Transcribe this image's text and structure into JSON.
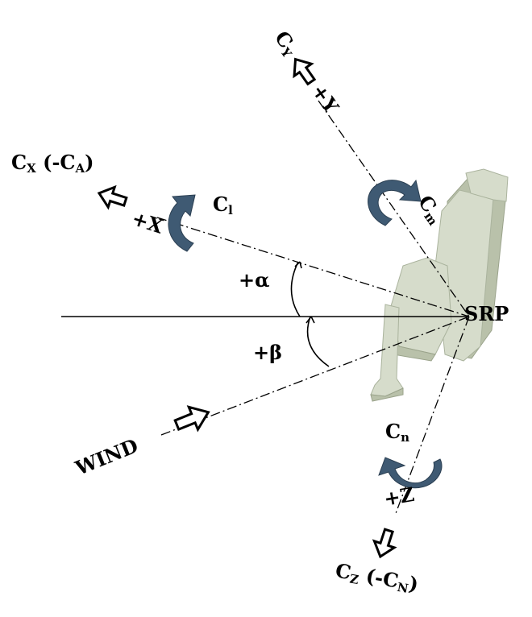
{
  "labels": {
    "cx": "C",
    "cx_sub": "X",
    "cx_paren_open": " (-C",
    "cx_paren_sub": "A",
    "cx_paren_close": ")",
    "plus_x": "+X",
    "cy": "C",
    "cy_sub": "Y",
    "plus_y": "+Y",
    "cl": "C",
    "cl_sub": "l",
    "cm": "C",
    "cm_sub": "m",
    "alpha": "+α",
    "beta": "+β",
    "srp": "SRP",
    "wind": "WIND",
    "cn": "C",
    "cn_sub": "n",
    "plus_z": "+Z",
    "cz": "C",
    "cz_sub": "Z",
    "cz_paren_open": " (-C",
    "cz_paren_sub": "N",
    "cz_paren_close": ")"
  },
  "colors": {
    "moment_arrow": "#3f5a73",
    "seat": "#d6dccb"
  }
}
